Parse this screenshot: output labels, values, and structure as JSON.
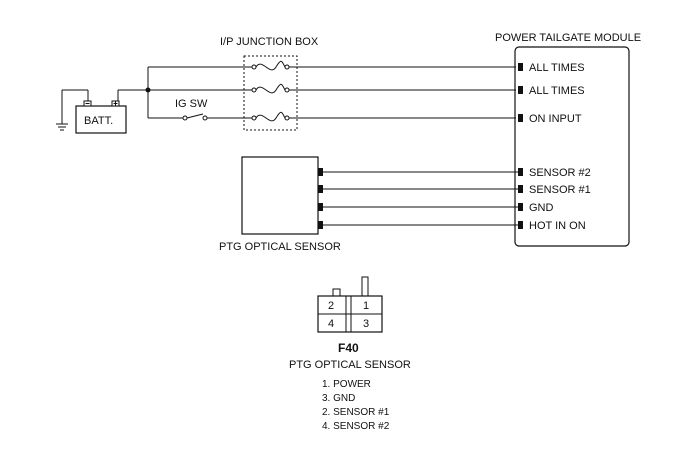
{
  "diagram": {
    "module": {
      "title": "POWER TAILGATE MODULE",
      "pins": [
        "ALL TIMES",
        "ALL TIMES",
        "ON INPUT",
        "SENSOR #2",
        "SENSOR #1",
        "GND",
        "HOT IN ON"
      ]
    },
    "junction_box": {
      "label": "I/P JUNCTION BOX"
    },
    "battery": {
      "label": "BATT."
    },
    "ignition": {
      "label": "IG SW"
    },
    "sensor": {
      "label": "PTG OPTICAL SENSOR"
    },
    "connector": {
      "id": "F40",
      "name": "PTG OPTICAL SENSOR",
      "pins": [
        "2",
        "1",
        "4",
        "3"
      ],
      "legend": [
        "1. POWER",
        "3. GND",
        "2. SENSOR #1",
        "4. SENSOR #2"
      ]
    }
  }
}
